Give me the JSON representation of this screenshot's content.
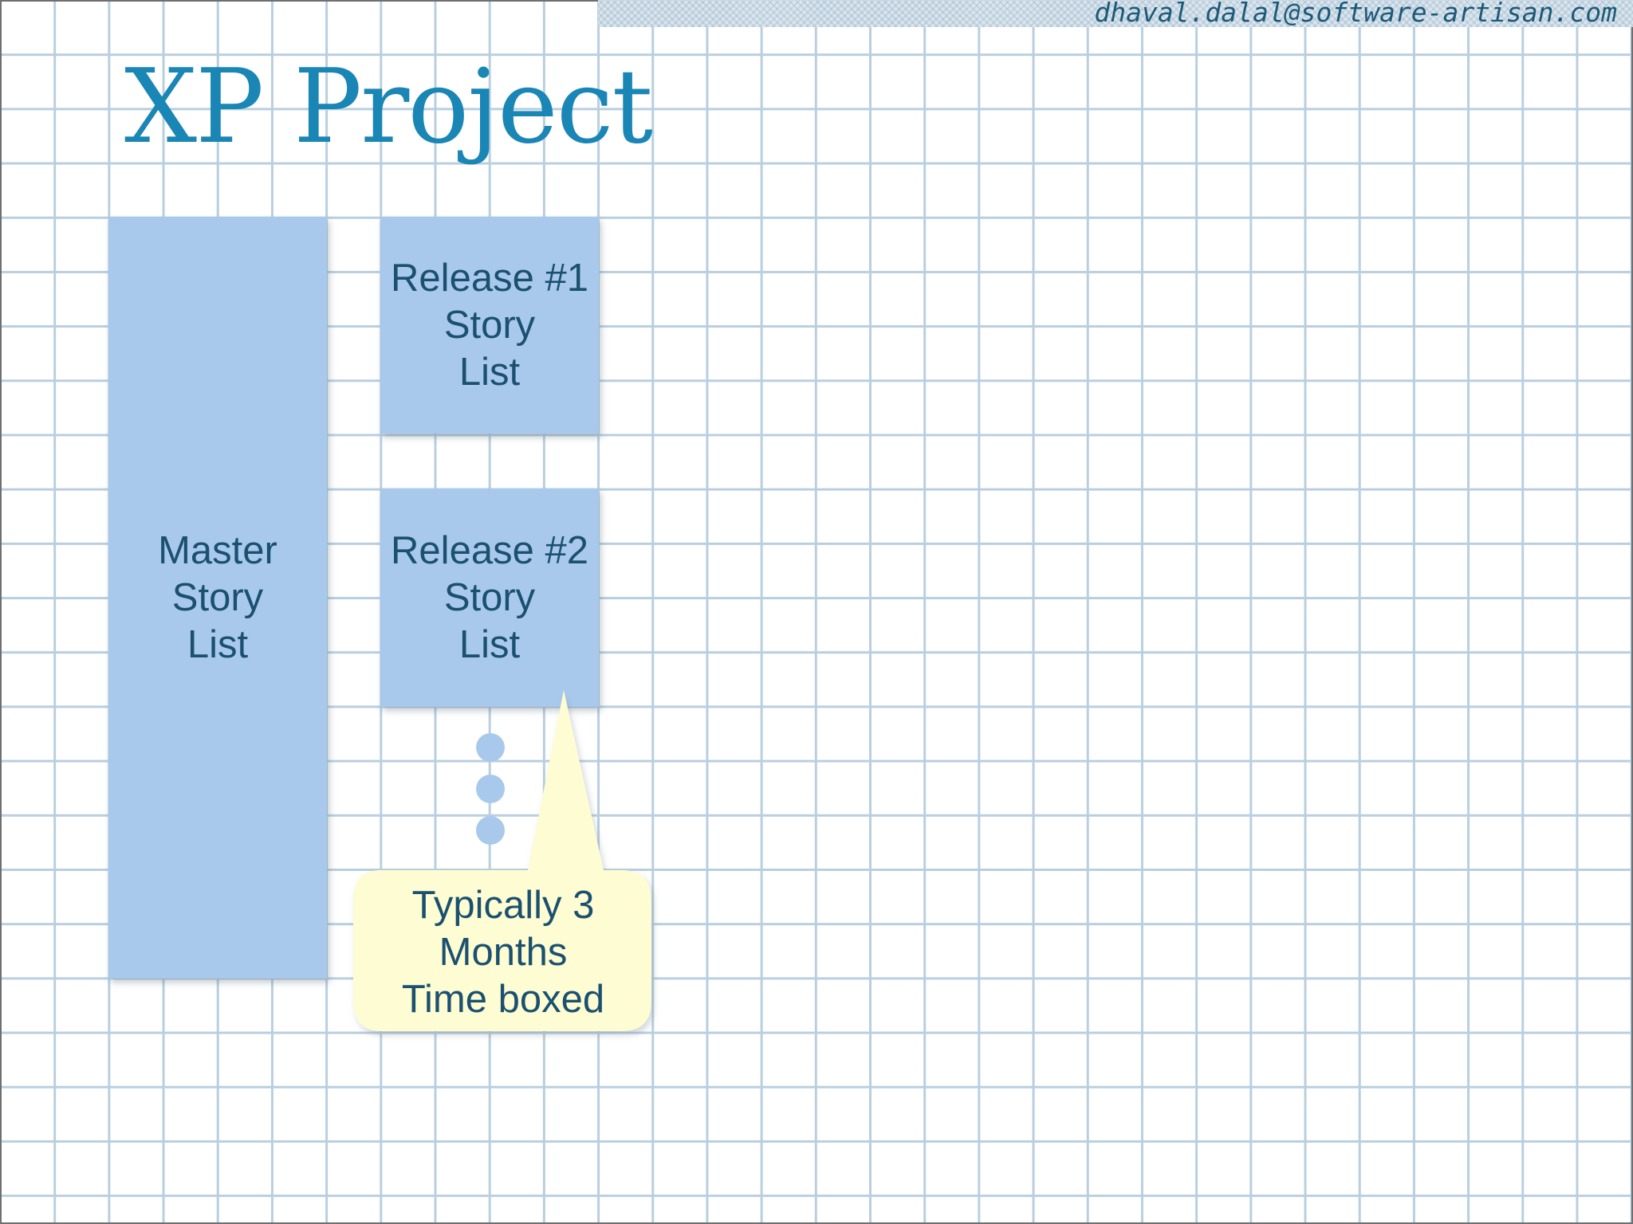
{
  "header": {
    "email": "dhaval.dalal@software-artisan.com"
  },
  "title": "XP Project",
  "boxes": {
    "master": "Master\nStory\nList",
    "release1": "Release #1\nStory\nList",
    "release2": "Release #2\nStory\nList"
  },
  "callout": {
    "text": "Typically 3\nMonths\nTime boxed"
  },
  "colors": {
    "box_fill": "#a9c9ec",
    "callout_fill": "#fdfcd2",
    "title_color": "#1a86b6",
    "text_color": "#1b5070",
    "grid_line": "#b9cfdf"
  }
}
